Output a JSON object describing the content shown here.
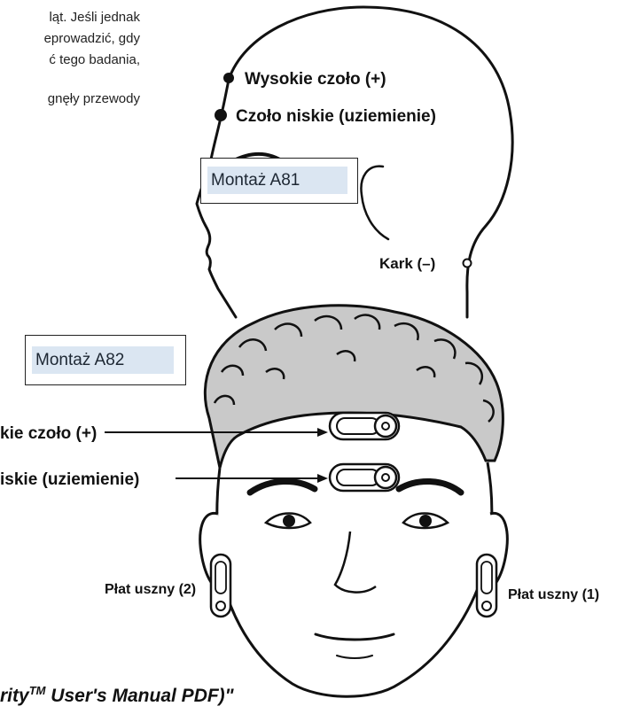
{
  "paragraph": {
    "line1": "ląt. Jeśli jednak",
    "line2": "eprowadzić, gdy",
    "line3": "ć tego badania,",
    "line4": "gnęły przewody"
  },
  "montage_a81": {
    "title": "Montaż A81",
    "labels": {
      "high_forehead": "Wysokie czoło (+)",
      "low_forehead": "Czoło niskie (uziemienie)",
      "neck": "Kark (–)"
    }
  },
  "montage_a82": {
    "title": "Montaż A82",
    "labels": {
      "high_forehead": "kie czoło (+)",
      "low_forehead": "iskie (uziemienie)",
      "ear_left": "Płat uszny (2)",
      "ear_right": "Płat uszny (1)"
    }
  },
  "footer": {
    "prefix": "rity",
    "superscript": "TM",
    "suffix": " User's Manual PDF)\""
  }
}
